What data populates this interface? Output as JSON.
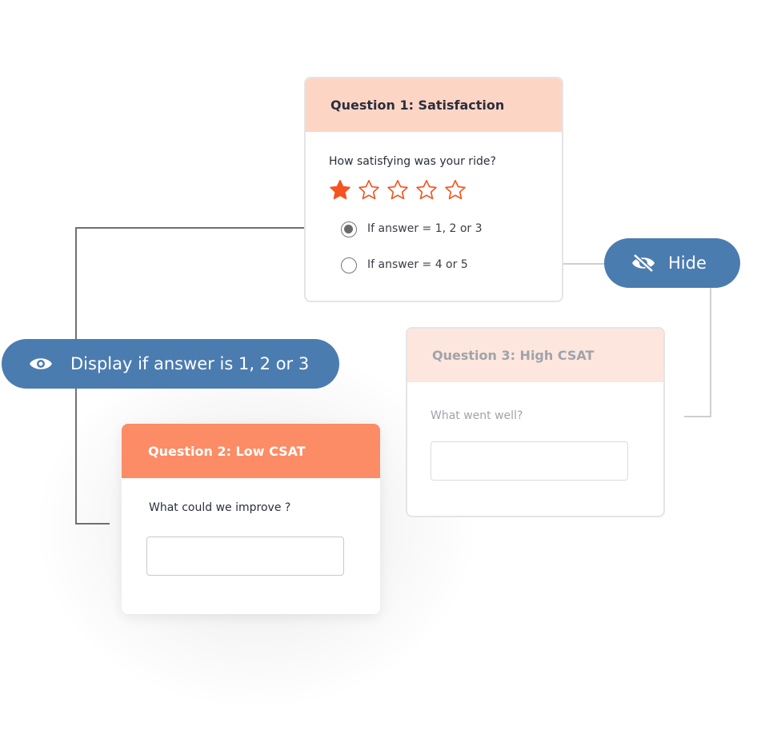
{
  "q1": {
    "title": "Question 1: Satisfaction",
    "question": "How satisfying was your ride?",
    "rating": 1,
    "max_rating": 5,
    "options": [
      {
        "label": "If answer = 1, 2 or 3",
        "selected": true
      },
      {
        "label": "If answer = 4 or 5",
        "selected": false
      }
    ]
  },
  "q2": {
    "title": "Question 2: Low CSAT",
    "question": "What could we improve ?"
  },
  "q3": {
    "title": "Question 3: High CSAT",
    "question": "What went well?"
  },
  "display_pill": {
    "label": "Display if answer is 1, 2 or 3",
    "icon": "eye-icon"
  },
  "hide_pill": {
    "label": "Hide",
    "icon": "eye-off-icon"
  },
  "colors": {
    "accent": "#4b7cb0",
    "q1_header": "#fdd5c5",
    "q2_header": "#fc8c65",
    "q3_header": "#fde6dd",
    "star": "#f5531f"
  }
}
